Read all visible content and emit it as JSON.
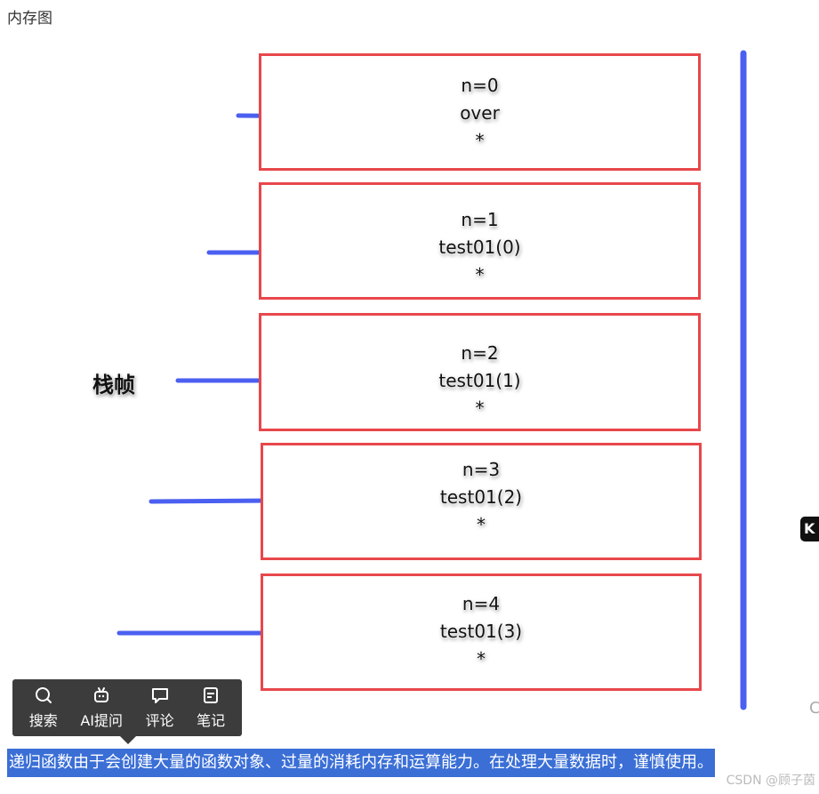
{
  "page": {
    "heading": "内存图"
  },
  "diagram": {
    "stack_label": "栈帧",
    "frames": [
      {
        "lines": [
          "n=0",
          "over",
          "*"
        ]
      },
      {
        "lines": [
          "n=1",
          "test01(0)",
          "*"
        ]
      },
      {
        "lines": [
          "n=2",
          "test01(1)",
          "*"
        ]
      },
      {
        "lines": [
          "n=3",
          "test01(2)",
          "*"
        ]
      },
      {
        "lines": [
          "n=4",
          "test01(3)",
          "*"
        ]
      }
    ],
    "colors": {
      "frame_border": "#e8474b",
      "arrow": "#4b5ff0"
    }
  },
  "edge": {
    "badge_letter": "K",
    "partial_letter": "C"
  },
  "toolbar": {
    "items": [
      {
        "label": "搜索",
        "icon": "search-icon"
      },
      {
        "label": "AI提问",
        "icon": "ai-robot-icon"
      },
      {
        "label": "评论",
        "icon": "comment-icon"
      },
      {
        "label": "笔记",
        "icon": "note-icon"
      }
    ]
  },
  "selection": {
    "text": "递归函数由于会创建大量的函数对象、过量的消耗内存和运算能力。在处理大量数据时，谨慎使用。"
  },
  "watermark": "CSDN @顾子茵"
}
